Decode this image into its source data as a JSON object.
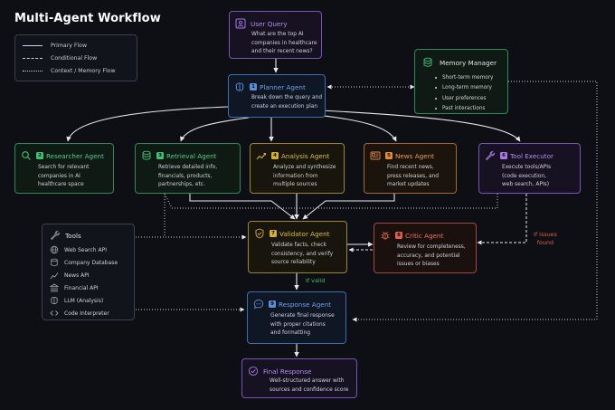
{
  "title": "Multi-Agent Workflow",
  "legend": {
    "primary": "Primary Flow",
    "conditional": "Conditional Flow",
    "context": "Context / Memory Flow"
  },
  "colors": {
    "background": "#0d0f14",
    "green": "#3fbf72",
    "blue": "#5b8fd6",
    "yellow": "#d6b02a",
    "orange": "#e08a3a",
    "purple": "#a678e8",
    "red": "#e0604a",
    "gray": "#9aa0ab"
  },
  "nodes": {
    "user_query": {
      "title": "User Query",
      "desc": [
        "What are the top AI",
        "companies in healthcare",
        "and their recent news?"
      ]
    },
    "planner": {
      "badge": "1",
      "title": "Planner Agent",
      "desc": [
        "Break down the query and",
        "create an execution plan"
      ]
    },
    "memory": {
      "title": "Memory Manager",
      "items": [
        "Short-term memory",
        "Long-term memory",
        "User preferences",
        "Past interactions"
      ]
    },
    "researcher": {
      "badge": "2",
      "title": "Researcher Agent",
      "desc": [
        "Search for relevant",
        "companies in AI",
        "healthcare space"
      ]
    },
    "retrieval": {
      "badge": "3",
      "title": "Retrieval Agent",
      "desc": [
        "Retrieve detailed info,",
        "financials, products,",
        "partnerships, etc."
      ]
    },
    "analysis": {
      "badge": "4",
      "title": "Analysis Agent",
      "desc": [
        "Analyze and synthesize",
        "information from",
        "multiple sources"
      ]
    },
    "news": {
      "badge": "5",
      "title": "News Agent",
      "desc": [
        "Find recent news,",
        "press releases, and",
        "market updates"
      ]
    },
    "tool_executor": {
      "badge": "6",
      "title": "Tool Executor",
      "desc": [
        "Execute tools/APIs",
        "(code execution,",
        "web search, APIs)"
      ]
    },
    "validator": {
      "badge": "7",
      "title": "Validator Agent",
      "desc": [
        "Validate facts, check",
        "consistency, and verify",
        "source reliability"
      ]
    },
    "critic": {
      "badge": "8",
      "title": "Critic Agent",
      "desc": [
        "Review for completeness,",
        "accuracy, and potential",
        "issues or biases"
      ]
    },
    "response": {
      "badge": "9",
      "title": "Response Agent",
      "desc": [
        "Generate final response",
        "with proper citations",
        "and formatting"
      ]
    },
    "final": {
      "title": "Final Response",
      "desc": [
        "Well-structured answer with",
        "sources and confidence score"
      ]
    },
    "tools": {
      "title": "Tools",
      "items": [
        {
          "icon": "globe-icon",
          "label": "Web Search API"
        },
        {
          "icon": "database-icon",
          "label": "Company Database"
        },
        {
          "icon": "chart-icon",
          "label": "News API"
        },
        {
          "icon": "bank-icon",
          "label": "Financial API"
        },
        {
          "icon": "brain-icon",
          "label": "LLM (Analysis)"
        },
        {
          "icon": "code-icon",
          "label": "Code Interpreter"
        }
      ]
    }
  },
  "edge_labels": {
    "if_valid": "If valid",
    "if_issues": [
      "If issues",
      "found"
    ]
  }
}
